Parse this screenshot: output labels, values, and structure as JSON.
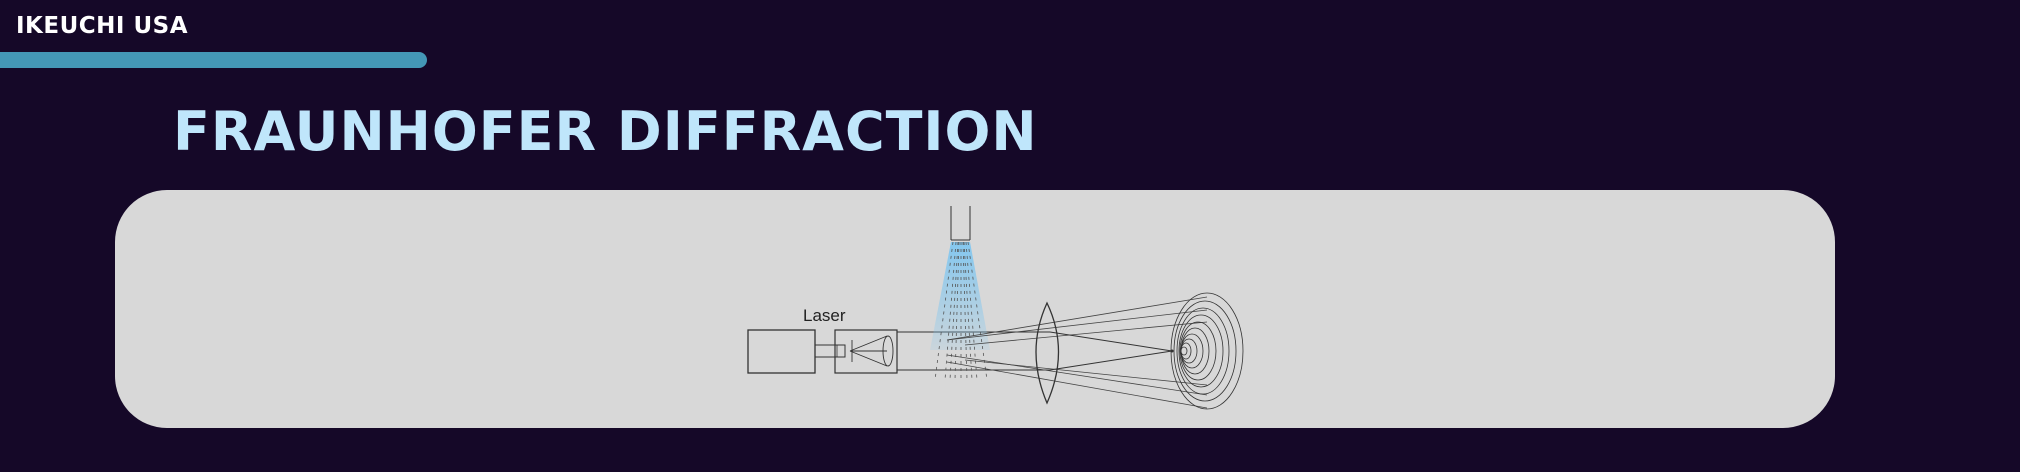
{
  "header": {
    "brand": "IKEUCHI USA"
  },
  "slide": {
    "title": "FRAUNHOFER DIFFRACTION"
  },
  "diagram": {
    "laser_label": "Laser"
  },
  "colors": {
    "background": "#150828",
    "brand_bar": "#4497b6",
    "title": "#bfe6fb",
    "panel": "#d8d8d8",
    "spray": "#7fc6f0"
  }
}
